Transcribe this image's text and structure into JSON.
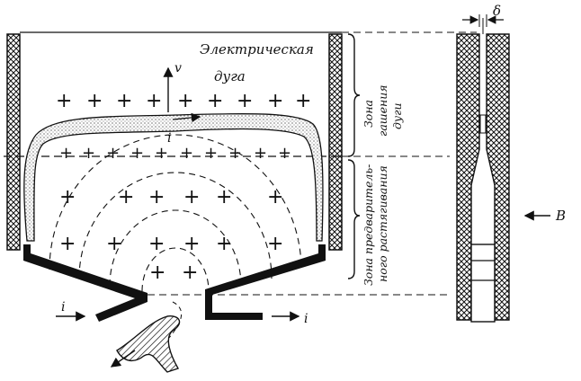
{
  "labels": {
    "arc_title_line1": "Электрическая",
    "arc_title_line2": "дуга",
    "velocity": "v",
    "current_arc": "i",
    "current_in": "i",
    "current_out": "i",
    "gap": "δ",
    "field": "B",
    "zone_extinguish_line1": "Зона",
    "zone_extinguish_line2": "гашения",
    "zone_extinguish_line3": "дуги",
    "zone_pre_line1": "Зона предваритель-",
    "zone_pre_line2": "ного растягивания"
  },
  "colors": {
    "ink": "#111111",
    "background": "#ffffff"
  }
}
